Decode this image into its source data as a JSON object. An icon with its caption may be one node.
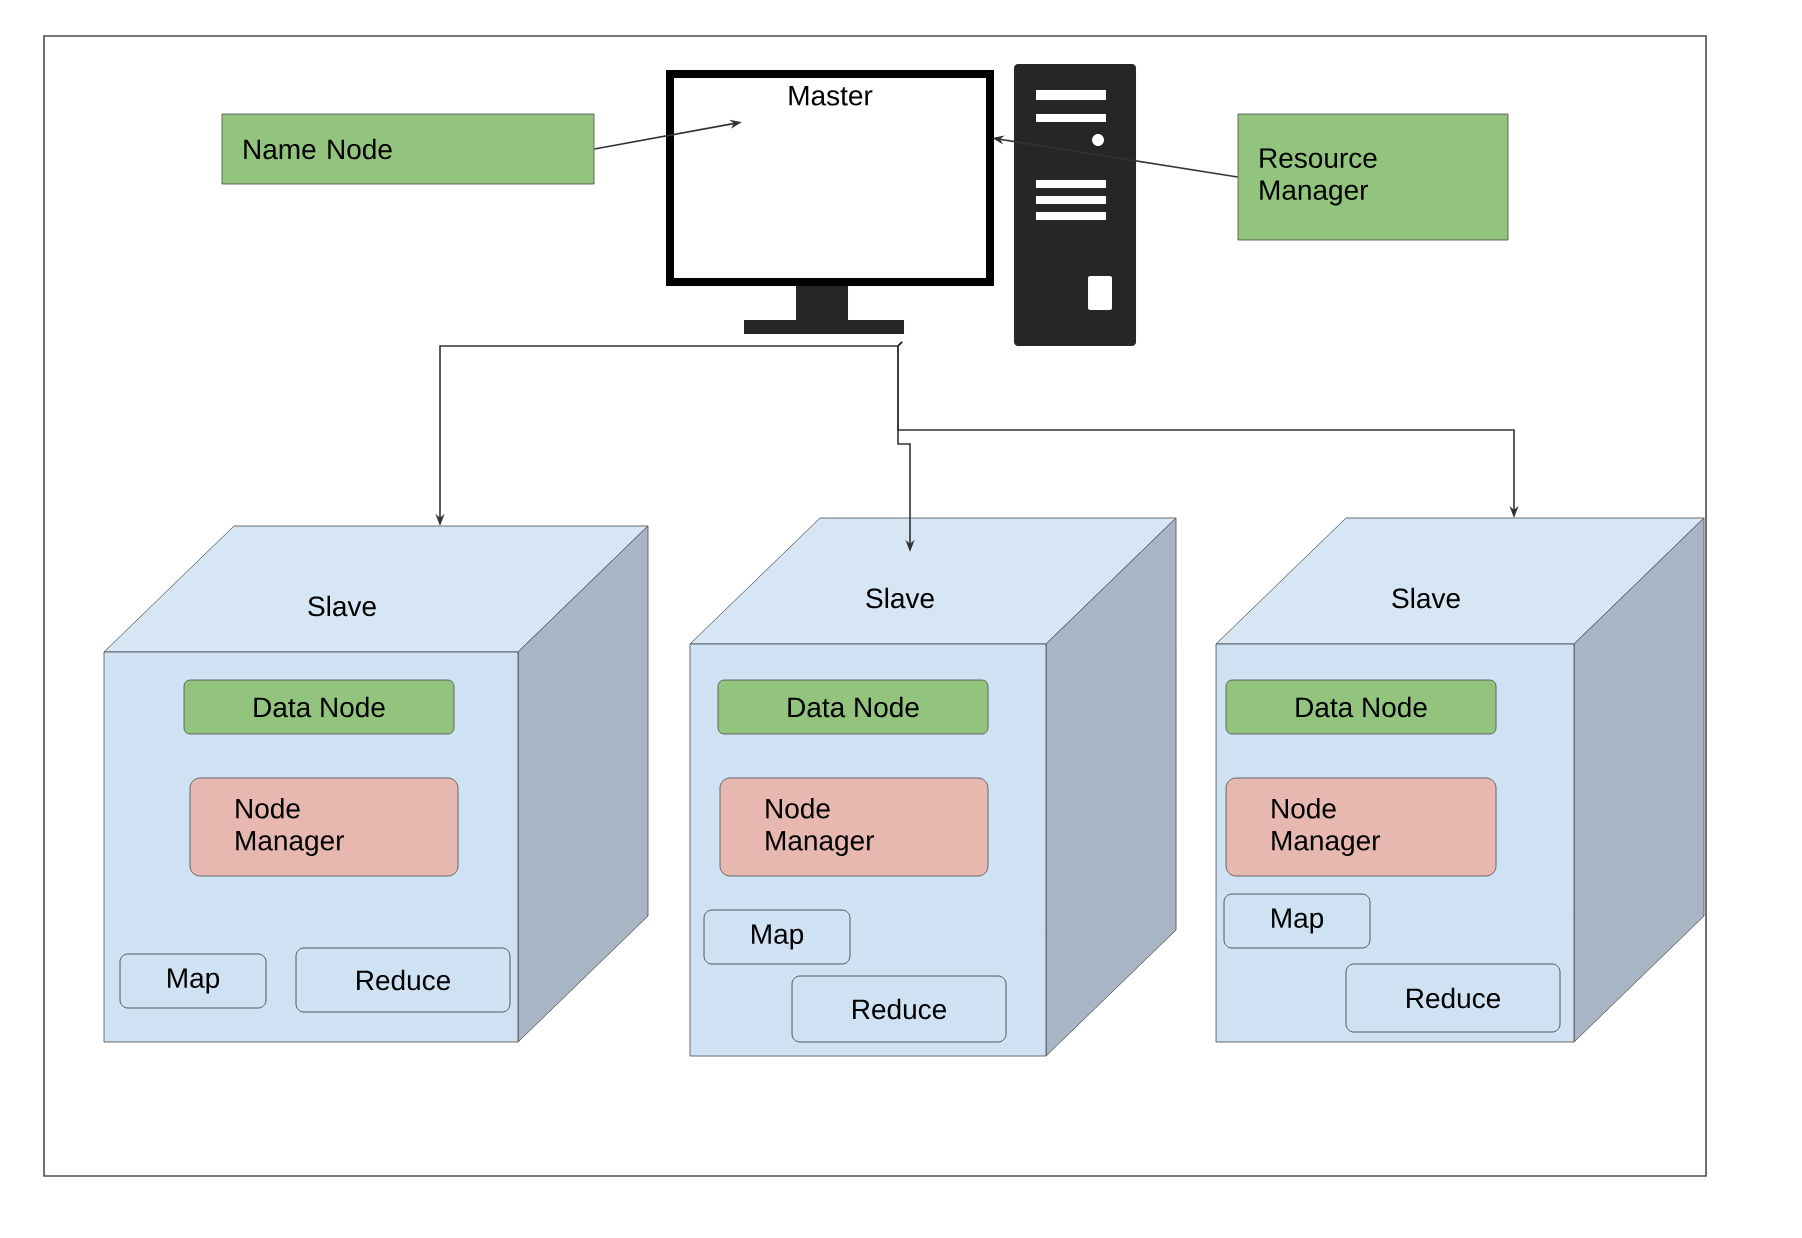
{
  "diagram": {
    "nodes": [
      {
        "text": [
          "Master"
        ]
      },
      {
        "text": [
          "Name Node"
        ]
      },
      {
        "text": [
          "Resource Manager"
        ]
      },
      {
        "text": [
          "Slave"
        ]
      },
      {
        "text": [
          "Data Node"
        ],
        "in": 3
      },
      {
        "text": [
          "Node Manager"
        ],
        "in": 3
      },
      {
        "text": [
          "Map"
        ],
        "in": 3
      },
      {
        "text": [
          "Reduce"
        ],
        "in": 3
      },
      {
        "text": [
          "Slave"
        ]
      },
      {
        "text": [
          "Data Node"
        ],
        "in": 8
      },
      {
        "text": [
          "Node Manager"
        ],
        "in": 8
      },
      {
        "text": [
          "Map"
        ],
        "in": 8
      },
      {
        "text": [
          "Reduce"
        ],
        "in": 8
      },
      {
        "text": [
          "Slave"
        ]
      },
      {
        "text": [
          "Data Node"
        ],
        "in": 13
      },
      {
        "text": [
          "Node Manager"
        ],
        "in": 13
      },
      {
        "text": [
          "Map"
        ],
        "in": 13
      },
      {
        "text": [
          "Reduce"
        ],
        "in": 13
      }
    ],
    "edges": [
      {
        "from": 1,
        "to": 0,
        "arrow": "to"
      },
      {
        "from": 2,
        "to": 0,
        "arrow": "to"
      },
      {
        "from": 0,
        "to": 3,
        "arrow": "to"
      },
      {
        "from": 0,
        "to": 8,
        "arrow": "to"
      },
      {
        "from": 0,
        "to": 13,
        "arrow": "to"
      }
    ]
  }
}
